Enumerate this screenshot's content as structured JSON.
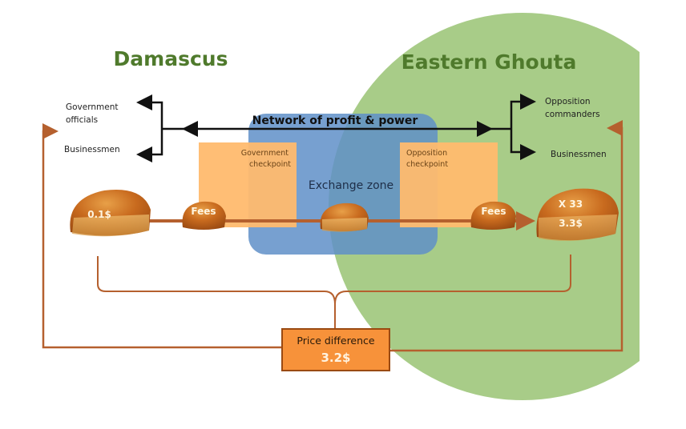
{
  "regions": {
    "left_title": "Damascus",
    "right_title": "Eastern Ghouta",
    "exchange_zone": "Exchange zone"
  },
  "network": {
    "title": "Network of profit & power",
    "left_recipients": [
      "Government officials",
      "Businessmen"
    ],
    "right_recipients": [
      "Opposition commanders",
      "Businessmen"
    ]
  },
  "checkpoints": {
    "government": [
      "Government",
      "checkpoint"
    ],
    "opposition": [
      "Opposition",
      "checkpoint"
    ]
  },
  "bread": {
    "damascus_price": "0.1$",
    "fee_label_1": "Fees",
    "fee_label_2": "Fees",
    "ghouta_multiplier": "X 33",
    "ghouta_price": "3.3$"
  },
  "price_difference": {
    "label": "Price difference",
    "value": "3.2$"
  },
  "colors": {
    "title_green": "#4f7a2c",
    "ghouta_circle": "#a8cc88",
    "exchange_blue": "#5f8fc8",
    "checkpoint_orange": "#ffbb6e",
    "flow_brown": "#b5602e",
    "price_box": "#f7923a"
  }
}
